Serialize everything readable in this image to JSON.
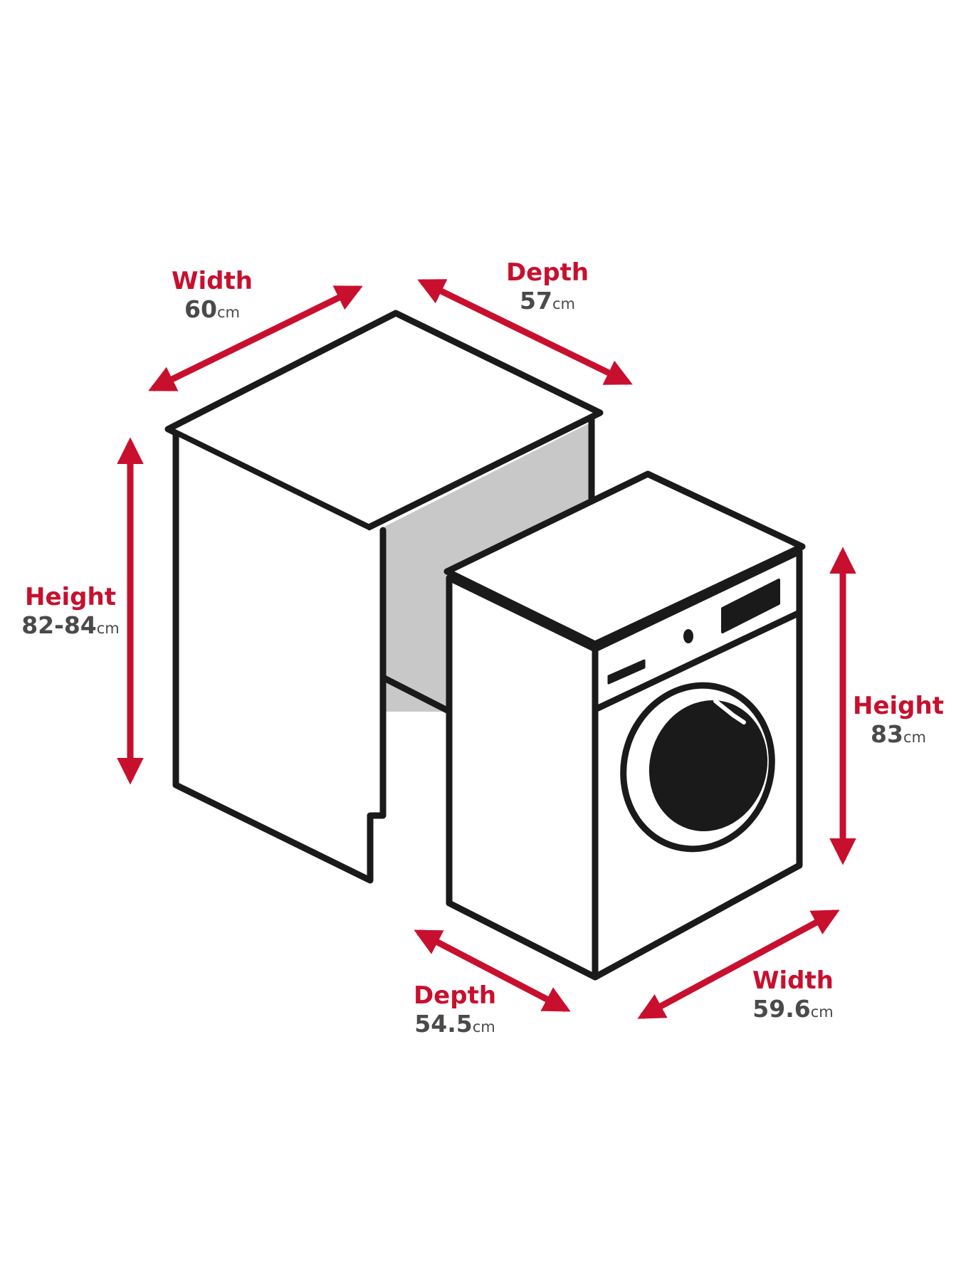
{
  "colors": {
    "accent": "#c8102e",
    "outline": "#1a1a1a",
    "value_text": "#4a4a4a",
    "cavity": "#c8c8c8"
  },
  "dimensions": {
    "cabinet_width": {
      "title": "Width",
      "value": "60",
      "unit": "cm"
    },
    "cabinet_depth": {
      "title": "Depth",
      "value": "57",
      "unit": "cm"
    },
    "cabinet_height": {
      "title": "Height",
      "value": "82-84",
      "unit": "cm"
    },
    "machine_height": {
      "title": "Height",
      "value": "83",
      "unit": "cm"
    },
    "machine_depth": {
      "title": "Depth",
      "value": "54.5",
      "unit": "cm"
    },
    "machine_width": {
      "title": "Width",
      "value": "59.6",
      "unit": "cm"
    }
  }
}
